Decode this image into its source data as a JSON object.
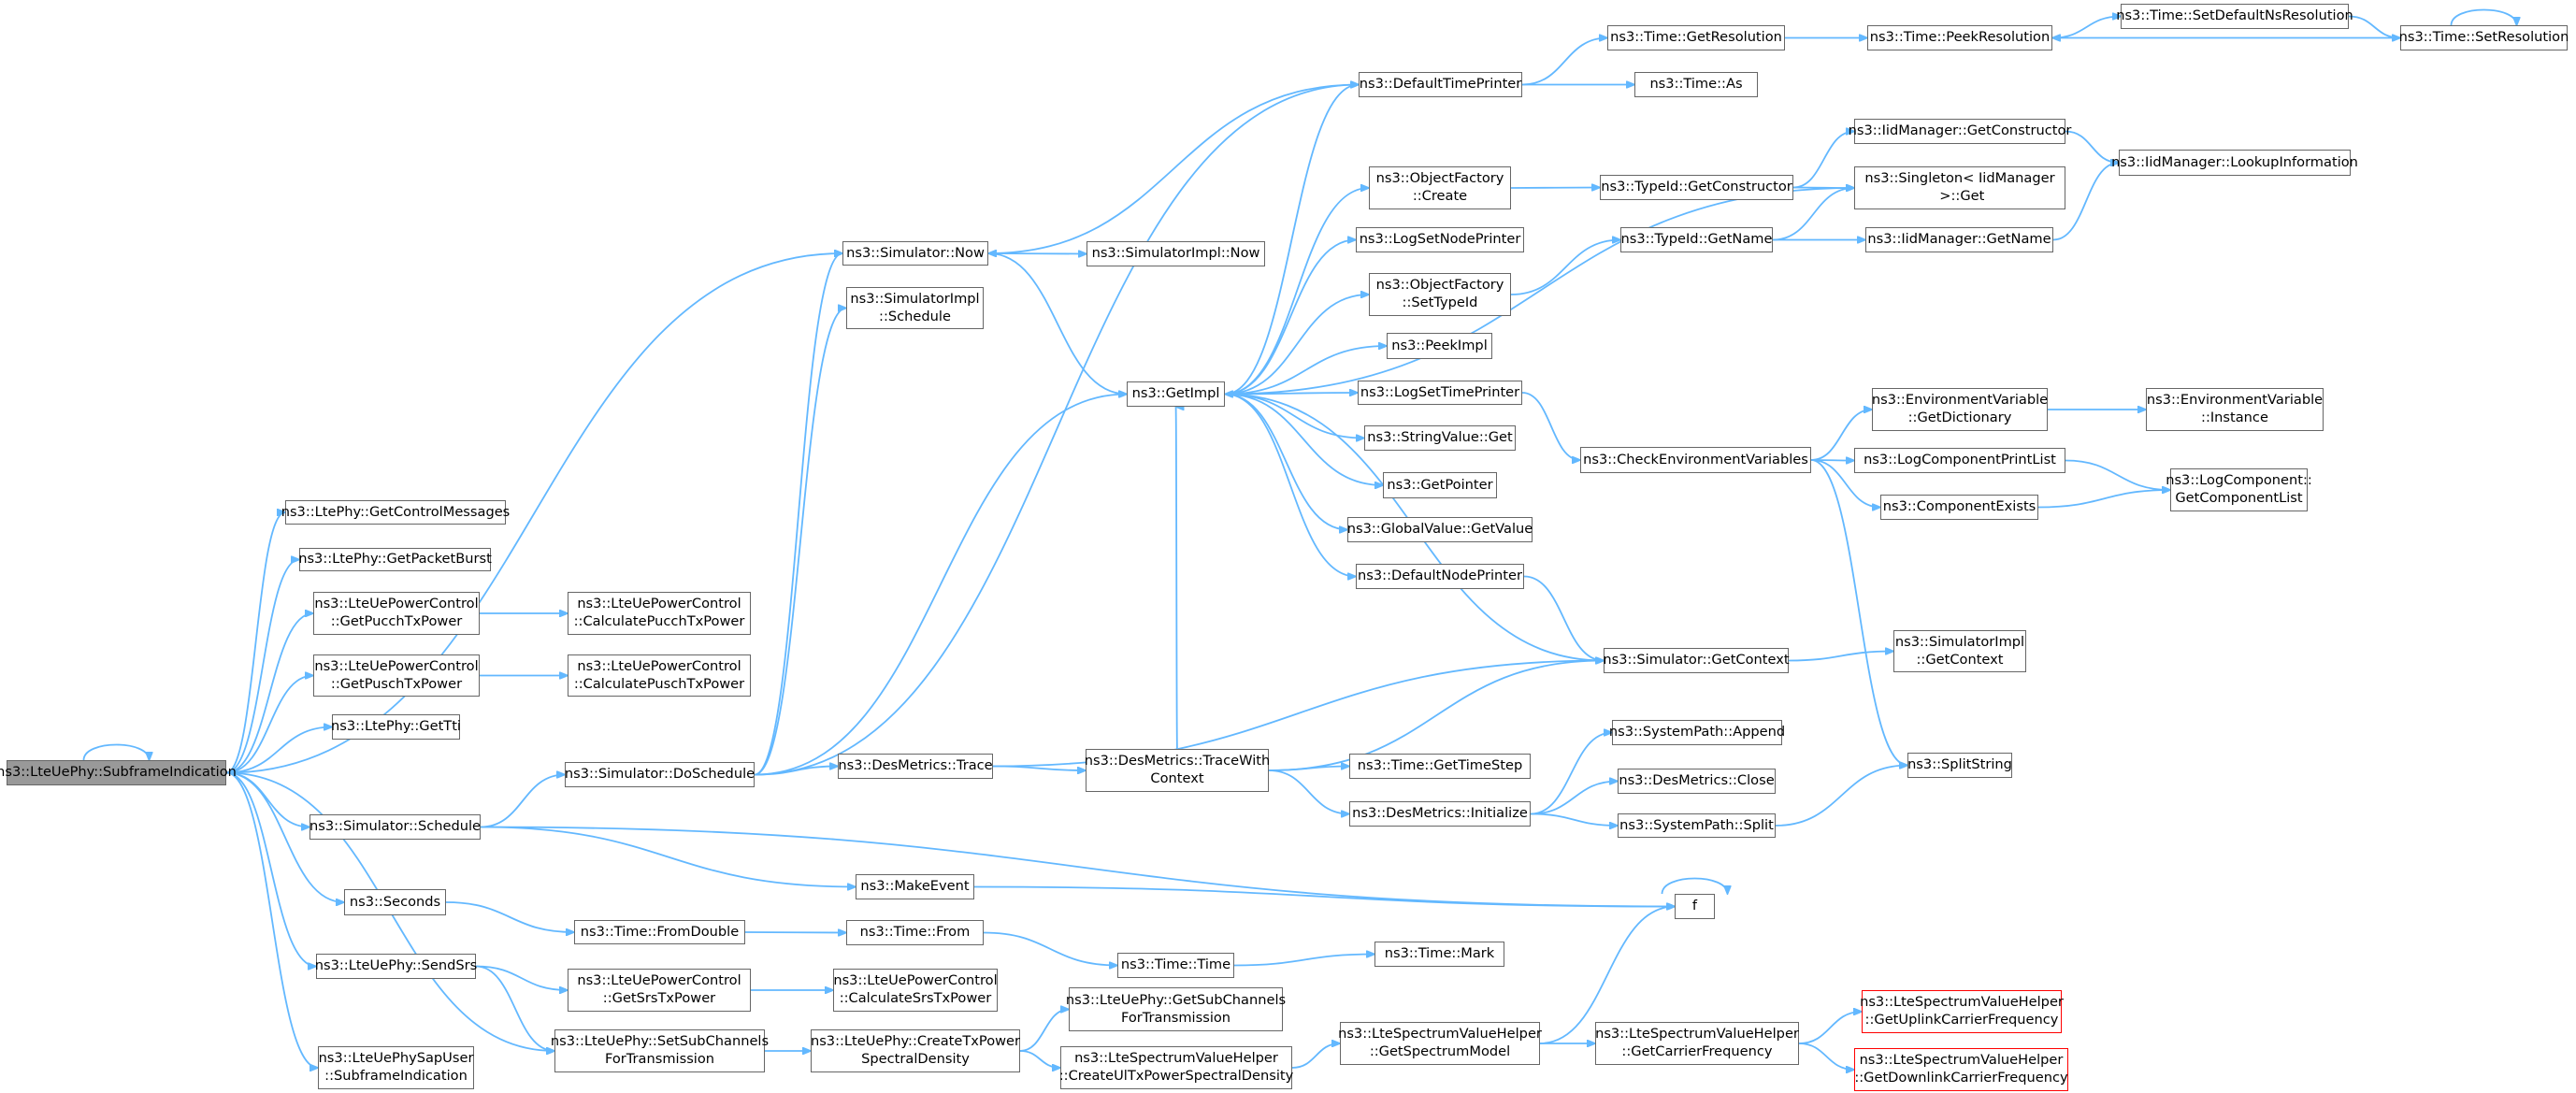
{
  "diagram": {
    "type": "call-graph",
    "colors": {
      "edge": "#63b8ff",
      "node_border": "#666666",
      "root_fill": "#999999",
      "truncated_border": "#ff0000"
    },
    "nodes": [
      {
        "id": "root",
        "label": "ns3::LteUePhy::SubframeIndication",
        "style": "root"
      },
      {
        "id": "getcontrolmessages",
        "label": "ns3::LtePhy::GetControlMessages"
      },
      {
        "id": "getpacketburst",
        "label": "ns3::LtePhy::GetPacketBurst"
      },
      {
        "id": "getpucchtxpower",
        "label": "ns3::LteUePowerControl\n::GetPucchTxPower"
      },
      {
        "id": "calcpucch",
        "label": "ns3::LteUePowerControl\n::CalculatePucchTxPower"
      },
      {
        "id": "getpuschtxpower",
        "label": "ns3::LteUePowerControl\n::GetPuschTxPower"
      },
      {
        "id": "calcpusch",
        "label": "ns3::LteUePowerControl\n::CalculatePuschTxPower"
      },
      {
        "id": "gettti",
        "label": "ns3::LtePhy::GetTti"
      },
      {
        "id": "simschedule",
        "label": "ns3::Simulator::Schedule"
      },
      {
        "id": "seconds",
        "label": "ns3::Seconds"
      },
      {
        "id": "sendsrs",
        "label": "ns3::LteUePhy::SendSrs"
      },
      {
        "id": "sapuser",
        "label": "ns3::LteUePhySapUser\n::SubframeIndication"
      },
      {
        "id": "simnow",
        "label": "ns3::Simulator::Now"
      },
      {
        "id": "simimplschedule",
        "label": "ns3::SimulatorImpl\n::Schedule"
      },
      {
        "id": "doschedule",
        "label": "ns3::Simulator::DoSchedule"
      },
      {
        "id": "fromdouble",
        "label": "ns3::Time::FromDouble"
      },
      {
        "id": "getsrstxpower",
        "label": "ns3::LteUePowerControl\n::GetSrsTxPower"
      },
      {
        "id": "setsubchannels",
        "label": "ns3::LteUePhy::SetSubChannels\nForTransmission"
      },
      {
        "id": "simimplnow",
        "label": "ns3::SimulatorImpl::Now"
      },
      {
        "id": "destrace",
        "label": "ns3::DesMetrics::Trace"
      },
      {
        "id": "makeevent",
        "label": "ns3::MakeEvent"
      },
      {
        "id": "timefrom",
        "label": "ns3::Time::From"
      },
      {
        "id": "calcsrs",
        "label": "ns3::LteUePowerControl\n::CalculateSrsTxPower"
      },
      {
        "id": "createtxpsd",
        "label": "ns3::LteUePhy::CreateTxPower\nSpectralDensity"
      },
      {
        "id": "getimpl",
        "label": "ns3::GetImpl"
      },
      {
        "id": "tracewithcontext",
        "label": "ns3::DesMetrics::TraceWith\nContext"
      },
      {
        "id": "timetime",
        "label": "ns3::Time::Time"
      },
      {
        "id": "getsubchannels",
        "label": "ns3::LteUePhy::GetSubChannels\nForTransmission"
      },
      {
        "id": "createulpsd",
        "label": "ns3::LteSpectrumValueHelper\n::CreateUlTxPowerSpectralDensity"
      },
      {
        "id": "defaulttimeprinter",
        "label": "ns3::DefaultTimePrinter"
      },
      {
        "id": "ofcreate",
        "label": "ns3::ObjectFactory\n::Create"
      },
      {
        "id": "logsetnodeprinter",
        "label": "ns3::LogSetNodePrinter"
      },
      {
        "id": "ofsettypeid",
        "label": "ns3::ObjectFactory\n::SetTypeId"
      },
      {
        "id": "peekimpl",
        "label": "ns3::PeekImpl"
      },
      {
        "id": "logsettimeprinter",
        "label": "ns3::LogSetTimePrinter"
      },
      {
        "id": "stringvalueget",
        "label": "ns3::StringValue::Get"
      },
      {
        "id": "getpointer",
        "label": "ns3::GetPointer"
      },
      {
        "id": "globalvalueget",
        "label": "ns3::GlobalValue::GetValue"
      },
      {
        "id": "defaultnodeprinter",
        "label": "ns3::DefaultNodePrinter"
      },
      {
        "id": "gettimestep",
        "label": "ns3::Time::GetTimeStep"
      },
      {
        "id": "desinitialize",
        "label": "ns3::DesMetrics::Initialize"
      },
      {
        "id": "timemark",
        "label": "ns3::Time::Mark"
      },
      {
        "id": "getspectrummodel",
        "label": "ns3::LteSpectrumValueHelper\n::GetSpectrumModel"
      },
      {
        "id": "getresolution",
        "label": "ns3::Time::GetResolution"
      },
      {
        "id": "timeas",
        "label": "ns3::Time::As"
      },
      {
        "id": "typeidgetconstructor",
        "label": "ns3::TypeId::GetConstructor"
      },
      {
        "id": "typeidgetname",
        "label": "ns3::TypeId::GetName"
      },
      {
        "id": "checkenv",
        "label": "ns3::CheckEnvironmentVariables"
      },
      {
        "id": "simgetcontext",
        "label": "ns3::Simulator::GetContext"
      },
      {
        "id": "syspathappend",
        "label": "ns3::SystemPath::Append"
      },
      {
        "id": "desclose",
        "label": "ns3::DesMetrics::Close"
      },
      {
        "id": "syspathsplit",
        "label": "ns3::SystemPath::Split"
      },
      {
        "id": "f",
        "label": "f"
      },
      {
        "id": "getcarrierfreq",
        "label": "ns3::LteSpectrumValueHelper\n::GetCarrierFrequency"
      },
      {
        "id": "peekresolution",
        "label": "ns3::Time::PeekResolution"
      },
      {
        "id": "iidgetconstructor",
        "label": "ns3::IidManager::GetConstructor"
      },
      {
        "id": "singletonget",
        "label": "ns3::Singleton< IidManager\n >::Get"
      },
      {
        "id": "iidgetname",
        "label": "ns3::IidManager::GetName"
      },
      {
        "id": "envgetdictionary",
        "label": "ns3::EnvironmentVariable\n::GetDictionary"
      },
      {
        "id": "logcomponentprintlist",
        "label": "ns3::LogComponentPrintList"
      },
      {
        "id": "componentexists",
        "label": "ns3::ComponentExists"
      },
      {
        "id": "simimplgetcontext",
        "label": "ns3::SimulatorImpl\n::GetContext"
      },
      {
        "id": "splitstring",
        "label": "ns3::SplitString"
      },
      {
        "id": "getuplinkfreq",
        "label": "ns3::LteSpectrumValueHelper\n::GetUplinkCarrierFrequency",
        "style": "red"
      },
      {
        "id": "getdownlinkfreq",
        "label": "ns3::LteSpectrumValueHelper\n::GetDownlinkCarrierFrequency",
        "style": "red"
      },
      {
        "id": "setdefaultnsres",
        "label": "ns3::Time::SetDefaultNsResolution"
      },
      {
        "id": "setresolution",
        "label": "ns3::Time::SetResolution"
      },
      {
        "id": "iidlookupinfo",
        "label": "ns3::IidManager::LookupInformation"
      },
      {
        "id": "envinstance",
        "label": "ns3::EnvironmentVariable\n::Instance"
      },
      {
        "id": "getcomponentlist",
        "label": "ns3::LogComponent::\nGetComponentList"
      }
    ],
    "edges": [
      [
        "root",
        "root"
      ],
      [
        "root",
        "getcontrolmessages"
      ],
      [
        "root",
        "getpacketburst"
      ],
      [
        "root",
        "getpucchtxpower"
      ],
      [
        "root",
        "getpuschtxpower"
      ],
      [
        "root",
        "gettti"
      ],
      [
        "root",
        "simschedule"
      ],
      [
        "root",
        "seconds"
      ],
      [
        "root",
        "sendsrs"
      ],
      [
        "root",
        "sapuser"
      ],
      [
        "root",
        "setsubchannels"
      ],
      [
        "root",
        "simnow"
      ],
      [
        "getpucchtxpower",
        "calcpucch"
      ],
      [
        "getpuschtxpower",
        "calcpusch"
      ],
      [
        "simschedule",
        "doschedule"
      ],
      [
        "simschedule",
        "makeevent"
      ],
      [
        "simschedule",
        "f"
      ],
      [
        "seconds",
        "fromdouble"
      ],
      [
        "sendsrs",
        "getsrstxpower"
      ],
      [
        "sendsrs",
        "setsubchannels"
      ],
      [
        "doschedule",
        "simnow"
      ],
      [
        "doschedule",
        "simimplschedule"
      ],
      [
        "doschedule",
        "destrace"
      ],
      [
        "doschedule",
        "getimpl"
      ],
      [
        "doschedule",
        "defaulttimeprinter"
      ],
      [
        "simnow",
        "simimplnow"
      ],
      [
        "simnow",
        "getimpl"
      ],
      [
        "fromdouble",
        "timefrom"
      ],
      [
        "getsrstxpower",
        "calcsrs"
      ],
      [
        "setsubchannels",
        "createtxpsd"
      ],
      [
        "destrace",
        "tracewithcontext"
      ],
      [
        "destrace",
        "simgetcontext"
      ],
      [
        "makeevent",
        "f"
      ],
      [
        "timefrom",
        "timetime"
      ],
      [
        "createtxpsd",
        "getsubchannels"
      ],
      [
        "createtxpsd",
        "createulpsd"
      ],
      [
        "getimpl",
        "singletonget"
      ],
      [
        "getimpl",
        "ofcreate"
      ],
      [
        "getimpl",
        "logsetnodeprinter"
      ],
      [
        "getimpl",
        "ofsettypeid"
      ],
      [
        "getimpl",
        "peekimpl"
      ],
      [
        "getimpl",
        "logsettimeprinter"
      ],
      [
        "getimpl",
        "stringvalueget"
      ],
      [
        "getimpl",
        "getpointer"
      ],
      [
        "getimpl",
        "globalvalueget"
      ],
      [
        "getimpl",
        "defaultnodeprinter"
      ],
      [
        "getimpl",
        "defaulttimeprinter"
      ],
      [
        "tracewithcontext",
        "getimpl"
      ],
      [
        "tracewithcontext",
        "gettimestep"
      ],
      [
        "tracewithcontext",
        "desinitialize"
      ],
      [
        "tracewithcontext",
        "simgetcontext"
      ],
      [
        "timetime",
        "timemark"
      ],
      [
        "createulpsd",
        "getspectrummodel"
      ],
      [
        "defaulttimeprinter",
        "simnow"
      ],
      [
        "defaulttimeprinter",
        "getresolution"
      ],
      [
        "defaulttimeprinter",
        "timeas"
      ],
      [
        "ofcreate",
        "typeidgetconstructor"
      ],
      [
        "ofsettypeid",
        "typeidgetname"
      ],
      [
        "logsettimeprinter",
        "checkenv"
      ],
      [
        "defaultnodeprinter",
        "simgetcontext"
      ],
      [
        "desinitialize",
        "syspathappend"
      ],
      [
        "desinitialize",
        "desclose"
      ],
      [
        "desinitialize",
        "syspathsplit"
      ],
      [
        "getspectrummodel",
        "f"
      ],
      [
        "getspectrummodel",
        "getcarrierfreq"
      ],
      [
        "getresolution",
        "peekresolution"
      ],
      [
        "typeidgetconstructor",
        "iidgetconstructor"
      ],
      [
        "typeidgetconstructor",
        "singletonget"
      ],
      [
        "typeidgetname",
        "singletonget"
      ],
      [
        "typeidgetname",
        "iidgetname"
      ],
      [
        "checkenv",
        "envgetdictionary"
      ],
      [
        "checkenv",
        "logcomponentprintlist"
      ],
      [
        "checkenv",
        "componentexists"
      ],
      [
        "checkenv",
        "splitstring"
      ],
      [
        "simgetcontext",
        "getimpl"
      ],
      [
        "simgetcontext",
        "simimplgetcontext"
      ],
      [
        "syspathsplit",
        "splitstring"
      ],
      [
        "f",
        "f"
      ],
      [
        "getcarrierfreq",
        "getuplinkfreq"
      ],
      [
        "getcarrierfreq",
        "getdownlinkfreq"
      ],
      [
        "peekresolution",
        "setdefaultnsres"
      ],
      [
        "iidgetconstructor",
        "iidlookupinfo"
      ],
      [
        "iidgetname",
        "iidlookupinfo"
      ],
      [
        "envgetdictionary",
        "envinstance"
      ],
      [
        "logcomponentprintlist",
        "getcomponentlist"
      ],
      [
        "componentexists",
        "getcomponentlist"
      ],
      [
        "setdefaultnsres",
        "setresolution"
      ],
      [
        "setresolution",
        "peekresolution"
      ],
      [
        "setresolution",
        "setresolution"
      ]
    ]
  }
}
